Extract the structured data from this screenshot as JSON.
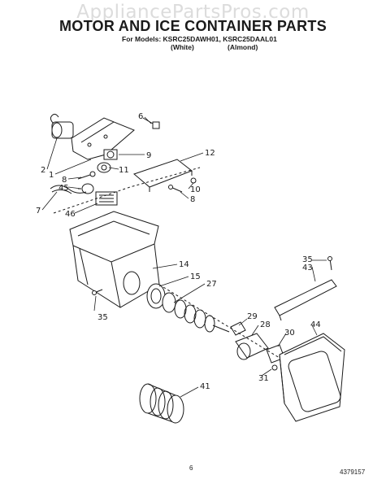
{
  "header": {
    "watermark": "AppliancePartsPros.com",
    "title": "MOTOR AND ICE CONTAINER PARTS",
    "models": "For Models: KSRC25DAWH01, KSRC25DAAL01",
    "color_white": "(White)",
    "color_almond": "(Almond)"
  },
  "callouts": [
    "6",
    "9",
    "12",
    "2",
    "1",
    "11",
    "8",
    "45",
    "10",
    "8",
    "7",
    "46",
    "14",
    "15",
    "27",
    "35",
    "43",
    "35",
    "29",
    "28",
    "30",
    "44",
    "31",
    "41"
  ],
  "footer": {
    "page_number": "6",
    "document_number": "4379157"
  }
}
